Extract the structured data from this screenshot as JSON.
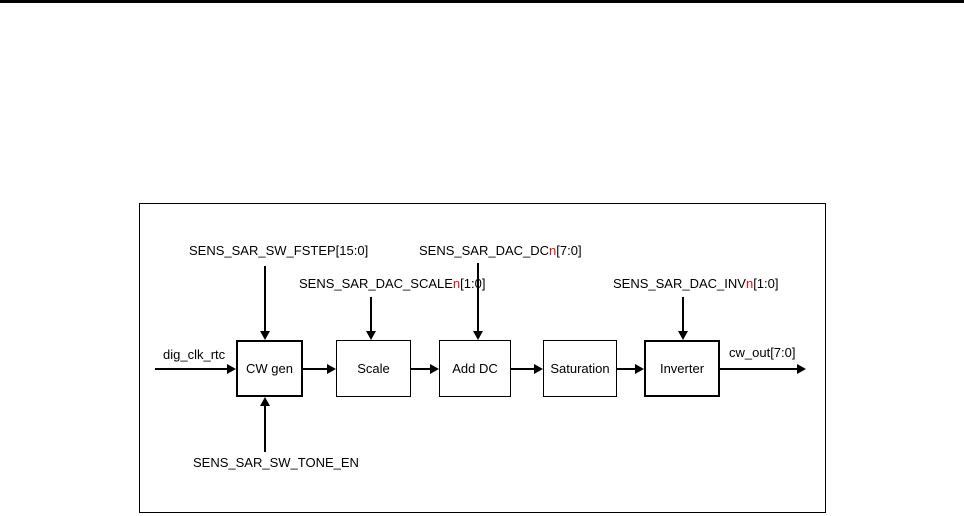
{
  "figure": {
    "blocks": [
      {
        "name": "cw-gen",
        "label": "CW gen"
      },
      {
        "name": "scale",
        "label": "Scale"
      },
      {
        "name": "add-dc",
        "label": "Add DC"
      },
      {
        "name": "saturation",
        "label": "Saturation"
      },
      {
        "name": "inverter",
        "label": "Inverter"
      }
    ],
    "signals": {
      "clk": "dig_clk_rtc",
      "out": "cw_out[7:0]",
      "tone_en": "SENS_SAR_SW_TONE_EN",
      "fstep": {
        "prefix": "SENS_SAR_SW_FSTEP",
        "red": "",
        "suffix": "[15:0]"
      },
      "scale": {
        "prefix": "SENS_SAR_DAC_SCALE",
        "red": "n",
        "suffix": "[1:0]"
      },
      "dc": {
        "prefix": "SENS_SAR_DAC_DC",
        "red": "n",
        "suffix": "[7:0]"
      },
      "inv": {
        "prefix": "SENS_SAR_DAC_INV",
        "red": "n",
        "suffix": "[1:0]"
      }
    },
    "colors": {
      "line": "#000000",
      "text": "#000000",
      "red_accent": "#e01010",
      "background": "#ffffff"
    }
  }
}
